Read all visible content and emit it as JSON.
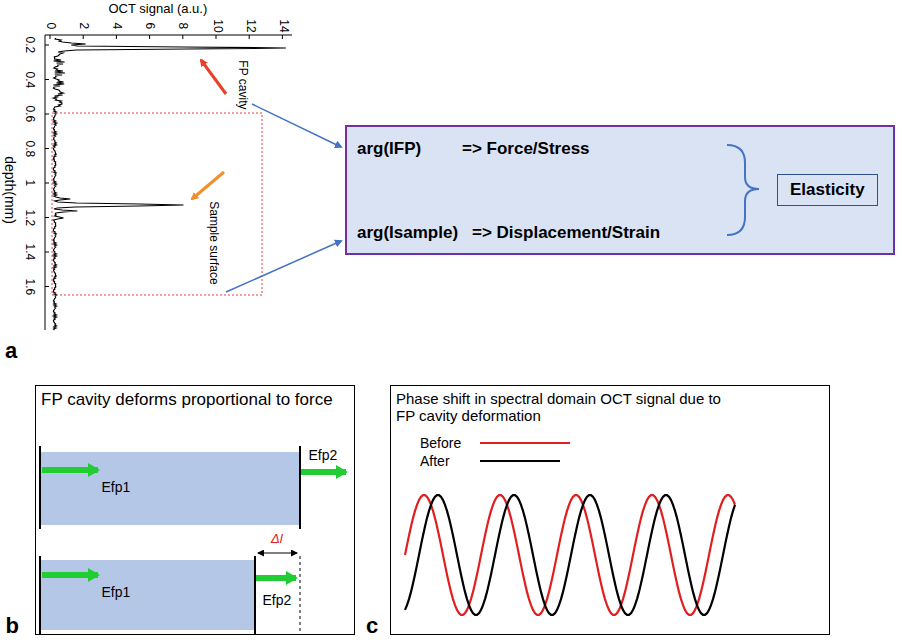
{
  "diagram": {
    "nodes": [
      {
        "text": [
          "arg(IFP)",
          "=> Force/Stress",
          "arg(Isample)",
          "=> Displacement/Strain"
        ]
      },
      {
        "text": [
          "Elasticity"
        ],
        "in": 0
      },
      {
        "text": [
          "FP cavity deforms proportional to force"
        ]
      },
      {
        "text": [
          "Phase shift in spectral domain OCT signal due to FP cavity deformation"
        ]
      }
    ],
    "labels": [
      "OCT signal (a.u.)",
      "0",
      "2",
      "4",
      "6",
      "8",
      "10",
      "12",
      "14",
      "depth(mm)",
      "0.2",
      "0.4",
      "0.6",
      "0.8",
      "1",
      "1.2",
      "1.4",
      "1.6",
      "FP cavity",
      "Sample surface",
      "a",
      "Efp1",
      "Efp2",
      "Efp1",
      "Efp2",
      "Δl",
      "b",
      "c"
    ],
    "legend": [
      {
        "text": "Before"
      },
      {
        "text": "After"
      }
    ]
  }
}
